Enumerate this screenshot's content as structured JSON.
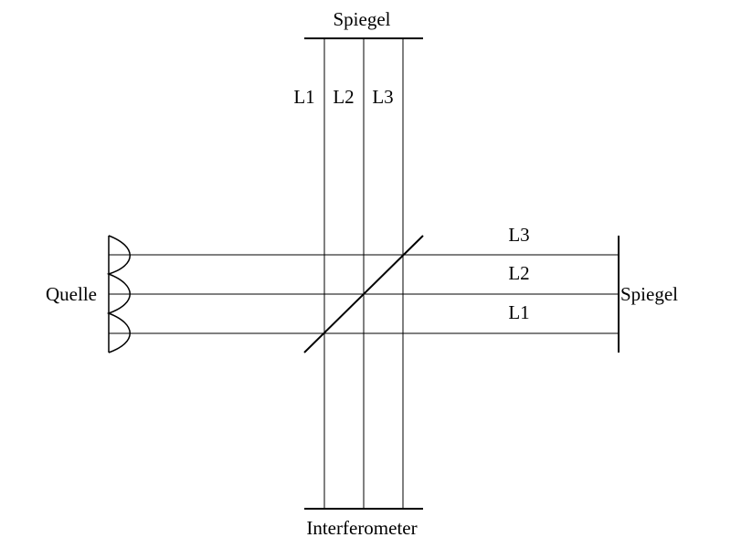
{
  "labels": {
    "top_mirror": "Spiegel",
    "right_mirror": "Spiegel",
    "source": "Quelle",
    "detector": "Interferometer",
    "vertical_beams": [
      "L1",
      "L2",
      "L3"
    ],
    "horizontal_beams": [
      "L3",
      "L2",
      "L1"
    ]
  },
  "colors": {
    "stroke": "#000000",
    "background": "#ffffff"
  }
}
